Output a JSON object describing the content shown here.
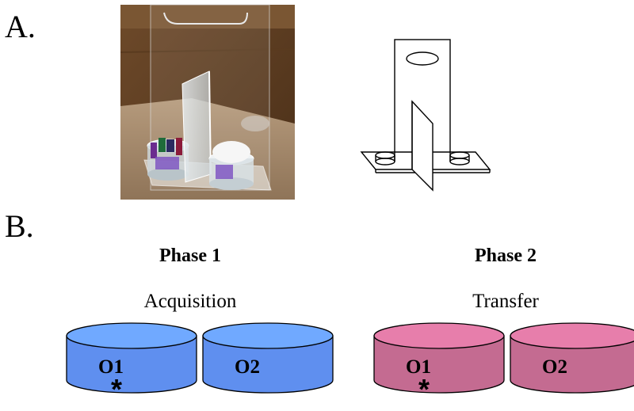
{
  "panel_a": {
    "label": "A.",
    "photo_icon": "apparatus-photo",
    "sketch_icon": "apparatus-line-drawing"
  },
  "panel_b": {
    "label": "B.",
    "phases": [
      {
        "title": "Phase 1",
        "subtitle": "Acquisition",
        "color": "#5f8fef",
        "objects": [
          {
            "label": "O1",
            "marker": "*"
          },
          {
            "label": "O2",
            "marker": ""
          }
        ]
      },
      {
        "title": "Phase 2",
        "subtitle": "Transfer",
        "color": "#c46b91",
        "objects": [
          {
            "label": "O1",
            "marker": "*"
          },
          {
            "label": "O2",
            "marker": ""
          }
        ]
      }
    ]
  }
}
